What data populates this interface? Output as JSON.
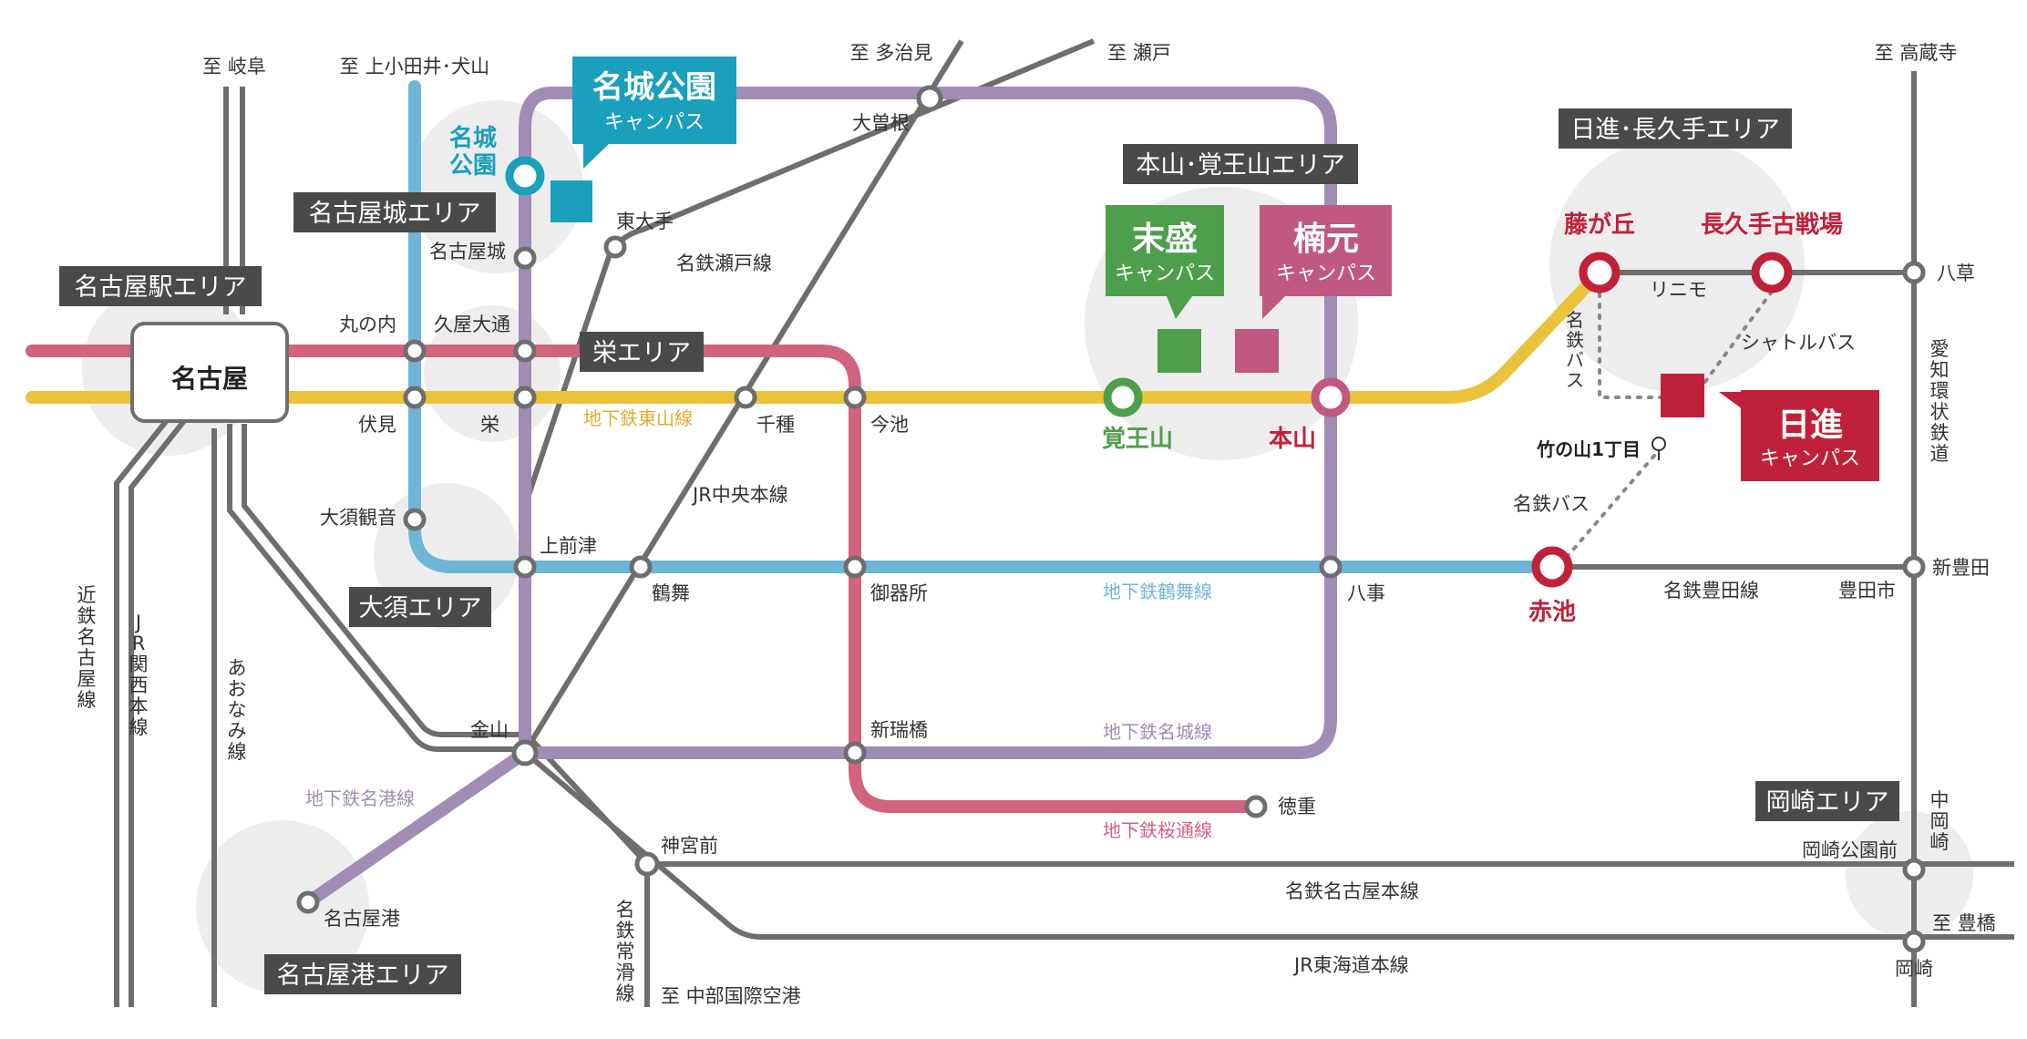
{
  "colors": {
    "higashiyama": "#ebc23c",
    "sakuradori": "#d1637e",
    "tsurumai": "#6fb5d6",
    "meijo": "#a08cb4",
    "meiko": "#a08cb4",
    "rail": "#6e6e6e",
    "campus_meijo": "#1a9fbc",
    "campus_suemori": "#4e9f4b",
    "campus_kusumoto": "#c05882",
    "campus_nisshin": "#c0213a",
    "key_red": "#c0213a",
    "area_box": "#4a4a4a",
    "halo": "#e6e6e6"
  },
  "directions": {
    "gifu": "至 岐阜",
    "kamiotai": "至 上小田井･犬山",
    "tajimi": "至 多治見",
    "seto": "至 瀬戸",
    "takakuraji": "至 高蔵寺",
    "toyohashi": "至 豊橋",
    "airport": "至 中部国際空港"
  },
  "areas": {
    "nagoya_eki": "名古屋駅エリア",
    "nagoyajo": "名古屋城エリア",
    "sakae": "栄エリア",
    "osu": "大須エリア",
    "nagoyako": "名古屋港エリア",
    "motoyama": "本山･覚王山エリア",
    "nisshin": "日進･長久手エリア",
    "okazaki": "岡崎エリア"
  },
  "campuses": {
    "meijo": {
      "name": "名城公園",
      "sub": "キャンパス"
    },
    "suemori": {
      "name": "末盛",
      "sub": "キャンパス"
    },
    "kusumoto": {
      "name": "楠元",
      "sub": "キャンパス"
    },
    "nisshin": {
      "name": "日進",
      "sub": "キャンパス"
    }
  },
  "hub": {
    "name": "名古屋"
  },
  "stations": {
    "meijokoen": "名城\n公園",
    "nagoyajo": "名古屋城",
    "marunouchi": "丸の内",
    "hisayaodori": "久屋大通",
    "fushimi": "伏見",
    "sakae": "栄",
    "osukannon": "大須観音",
    "kamimaezu": "上前津",
    "tsurumai": "鶴舞",
    "higashiote": "東大手",
    "ozone": "大曽根",
    "chikusa": "千種",
    "imaike": "今池",
    "gokiso": "御器所",
    "shinmizuhashi": "新瑞橋",
    "kanayama": "金山",
    "jingumae": "神宮前",
    "nagoyako": "名古屋港",
    "tokushige": "徳重",
    "kakuozan": "覚王山",
    "motoyama": "本山",
    "yagoto": "八事",
    "akaike": "赤池",
    "fujigaoka": "藤が丘",
    "nagakute": "長久手古戦場",
    "yakusa": "八草",
    "takenoyama": "竹の山1丁目",
    "shintoyota": "新豊田",
    "toyotashi": "豊田市",
    "okazakikoen": "岡崎公園前",
    "okazaki": "岡崎"
  },
  "lines": {
    "higashiyama": "地下鉄東山線",
    "tsurumai": "地下鉄鶴舞線",
    "meijo": "地下鉄名城線",
    "meiko": "地下鉄名港線",
    "sakuradori": "地下鉄桜通線",
    "jr_chuo": "JR中央本線",
    "meitetsu_seto": "名鉄瀬戸線",
    "meitetsu_toyota": "名鉄豊田線",
    "meitetsu_nagoya": "名鉄名古屋本線",
    "jr_tokaido": "JR東海道本線",
    "linimo": "リニモ",
    "shuttle": "シャトルバス",
    "meitetsu_bus": "名鉄バス",
    "meitetsu_bus_v": "名鉄バス",
    "kintetsu": "近鉄名古屋線",
    "jr_kansai": "JR関西本線",
    "aonami": "あおなみ線",
    "tokoname": "名鉄常滑線",
    "aichi_kanjo": "愛知環状鉄道",
    "nakaokazaki": "中岡崎"
  }
}
